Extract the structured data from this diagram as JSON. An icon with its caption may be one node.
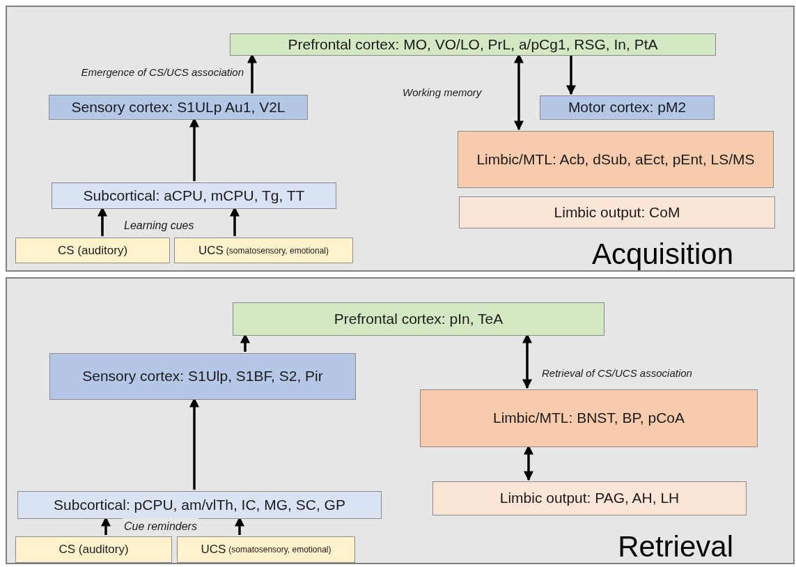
{
  "diagram": {
    "nodes": [
      {
        "text": [
          "Acquisition"
        ]
      },
      {
        "text": [
          "Prefrontal cortex: MO, VO/LO, PrL, a/pCg1, RSG, In, PtA"
        ],
        "in": 0
      },
      {
        "text": [
          "Sensory cortex: S1ULp Au1, V2L"
        ],
        "in": 0
      },
      {
        "text": [
          "Motor cortex: pM2"
        ],
        "in": 0
      },
      {
        "text": [
          "Limbic/MTL: Acb, dSub, aEct, pEnt, LS/MS"
        ],
        "in": 0
      },
      {
        "text": [
          "Subcortical: aCPU, mCPU, Tg, TT"
        ],
        "in": 0
      },
      {
        "text": [
          "Limbic output: CoM"
        ],
        "in": 0
      },
      {
        "text": [
          "CS (auditory)"
        ],
        "in": 0
      },
      {
        "text": [
          "UCS",
          "(somatosensory, emotional)"
        ],
        "in": 0
      },
      {
        "text": [
          "Retrieval"
        ]
      },
      {
        "text": [
          "Prefrontal cortex: pIn, TeA"
        ],
        "in": 9
      },
      {
        "text": [
          "Sensory cortex: S1Ulp, S1BF, S2, Pir"
        ],
        "in": 9
      },
      {
        "text": [
          "Limbic/MTL: BNST, BP, pCoA"
        ],
        "in": 9
      },
      {
        "text": [
          "Subcortical: pCPU, am/vlTh, IC, MG, SC, GP"
        ],
        "in": 9
      },
      {
        "text": [
          "Limbic output: PAG, AH, LH"
        ],
        "in": 9
      },
      {
        "text": [
          "CS (auditory)"
        ],
        "in": 9
      },
      {
        "text": [
          "UCS",
          "(somatosensory, emotional)"
        ],
        "in": 9
      }
    ],
    "edges": [
      {
        "from": 2,
        "to": 1,
        "arrow": "to",
        "label": "Emergence of CS/UCS association"
      },
      {
        "from": 5,
        "to": 2,
        "arrow": "to"
      },
      {
        "from": 7,
        "to": 5,
        "arrow": "to"
      },
      {
        "from": 8,
        "to": 5,
        "arrow": "to"
      },
      {
        "from": 1,
        "to": 4,
        "arrow": "both",
        "label": "Working memory"
      },
      {
        "from": 1,
        "to": 3,
        "arrow": "to"
      },
      {
        "from": 11,
        "to": 10,
        "arrow": "to"
      },
      {
        "from": 13,
        "to": 11,
        "arrow": "to"
      },
      {
        "from": 15,
        "to": 13,
        "arrow": "to"
      },
      {
        "from": 16,
        "to": 13,
        "arrow": "to"
      },
      {
        "from": 10,
        "to": 12,
        "arrow": "both",
        "label": "Retrieval of CS/UCS association"
      },
      {
        "from": 12,
        "to": 14,
        "arrow": "both"
      }
    ],
    "labels": [
      "Learning cues",
      "Cue reminders"
    ]
  }
}
